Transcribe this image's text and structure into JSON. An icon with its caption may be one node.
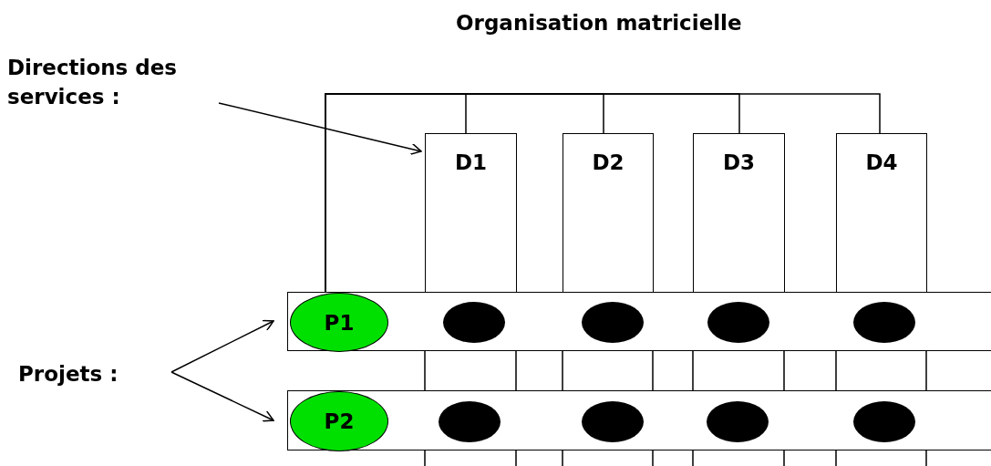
{
  "diagram": {
    "title": "Organisation matricielle",
    "nodes": [
      {
        "text": [
          "Directions des services :"
        ]
      },
      {
        "text": [
          "D1"
        ]
      },
      {
        "text": [
          "D2"
        ]
      },
      {
        "text": [
          "D3"
        ]
      },
      {
        "text": [
          "D4"
        ]
      },
      {
        "text": [
          "Projets :"
        ]
      },
      {
        "text": [],
        "shape": "bar"
      },
      {
        "text": [
          "P1"
        ],
        "in": 6
      },
      {
        "text": [],
        "shape": "circle",
        "in": 6
      },
      {
        "text": [],
        "shape": "circle",
        "in": 6
      },
      {
        "text": [],
        "shape": "circle",
        "in": 6
      },
      {
        "text": [],
        "shape": "circle",
        "in": 6
      },
      {
        "text": [],
        "shape": "bar"
      },
      {
        "text": [
          "P2"
        ],
        "in": 12
      },
      {
        "text": [],
        "shape": "circle",
        "in": 12
      },
      {
        "text": [],
        "shape": "circle",
        "in": 12
      },
      {
        "text": [],
        "shape": "circle",
        "in": 12
      },
      {
        "text": [],
        "shape": "circle",
        "in": 12
      }
    ],
    "edges": [
      {
        "from": 0,
        "to": 1,
        "arrow": "to"
      },
      {
        "from": 5,
        "to": 6,
        "arrow": "to"
      },
      {
        "from": 5,
        "to": 12,
        "arrow": "to"
      },
      {
        "from": 7,
        "to": 1,
        "arrow": "none"
      },
      {
        "from": 7,
        "to": 2,
        "arrow": "none"
      },
      {
        "from": 7,
        "to": 3,
        "arrow": "none"
      },
      {
        "from": 7,
        "to": 4,
        "arrow": "none"
      }
    ]
  }
}
